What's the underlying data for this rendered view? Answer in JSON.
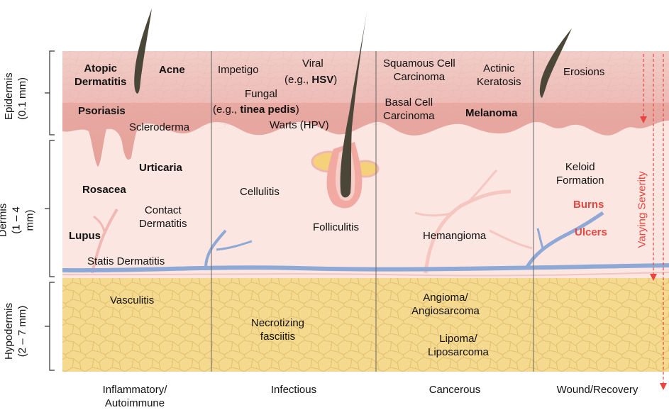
{
  "layers": {
    "epidermis": "Epidermis\n(0.1 mm)",
    "dermis": "Dermis\n(1 – 4 mm)",
    "hypodermis": "Hypodermis\n(2 – 7 mm)"
  },
  "categories": [
    "Inflammatory/\nAutoimmune",
    "Infectious",
    "Cancerous",
    "Wound/Recovery"
  ],
  "severity_label": "Varying Severity",
  "inflammatory": {
    "atopic": "Atopic\nDermatitis",
    "acne": "Acne",
    "psoriasis": "Psoriasis",
    "scleroderma": "Scleroderma",
    "urticaria": "Urticaria",
    "rosacea": "Rosacea",
    "contact": "Contact\nDermatitis",
    "lupus": "Lupus",
    "statis": "Statis Dermatitis",
    "vasculitis": "Vasculitis"
  },
  "infectious": {
    "impetigo": "Impetigo",
    "viral_1": "Viral",
    "viral_2a": "(e.g., ",
    "viral_2b": "HSV",
    "viral_2c": ")",
    "fungal_1": "Fungal",
    "fungal_2a": "(e.g., ",
    "fungal_2b": "tinea pedis",
    "fungal_2c": ")",
    "warts": "Warts (HPV)",
    "cellulitis": "Cellulitis",
    "folliculitis": "Folliculitis",
    "necrotizing": "Necrotizing\nfasciitis"
  },
  "cancerous": {
    "squamous": "Squamous Cell\nCarcinoma",
    "actinic": "Actinic\nKeratosis",
    "basal": "Basal Cell\nCarcinoma",
    "melanoma": "Melanoma",
    "hemangioma": "Hemangioma",
    "angioma": "Angioma/\nAngiosarcoma",
    "lipoma": "Lipoma/\nLiposarcoma"
  },
  "wound": {
    "erosions": "Erosions",
    "keloid": "Keloid\nFormation",
    "burns": "Burns",
    "ulcers": "Ulcers"
  },
  "colors": {
    "epidermis_top": "#eec0bb",
    "epidermis_bottom": "#e8a09a",
    "dermis": "#fbe6e2",
    "hypodermis": "#f5d991",
    "vein": "#8ea9d6",
    "hair": "#4a4638",
    "severity": "#e8463f"
  }
}
